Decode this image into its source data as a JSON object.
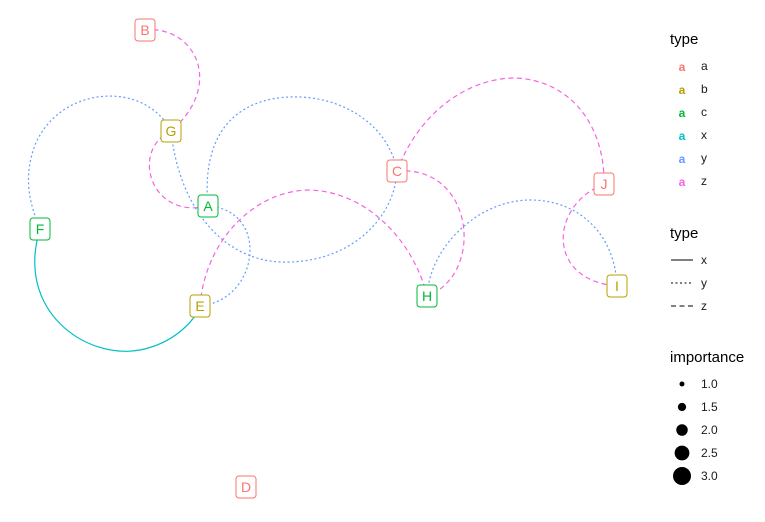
{
  "colors": {
    "a": "#F8766D",
    "b": "#B79F00",
    "c": "#00BA38",
    "x": "#00BFC4",
    "y": "#619CFF",
    "z": "#F564E3"
  },
  "nodes": [
    {
      "id": "A",
      "type": "c"
    },
    {
      "id": "B",
      "type": "a"
    },
    {
      "id": "C",
      "type": "a"
    },
    {
      "id": "D",
      "type": "a"
    },
    {
      "id": "E",
      "type": "b"
    },
    {
      "id": "F",
      "type": "c"
    },
    {
      "id": "G",
      "type": "b"
    },
    {
      "id": "H",
      "type": "c"
    },
    {
      "id": "I",
      "type": "b"
    },
    {
      "id": "J",
      "type": "a"
    }
  ],
  "edges": [
    {
      "from": "B",
      "to": "G",
      "type": "z"
    },
    {
      "from": "G",
      "to": "A",
      "type": "z"
    },
    {
      "from": "G",
      "to": "F",
      "type": "y"
    },
    {
      "from": "G",
      "to": "C",
      "type": "y"
    },
    {
      "from": "F",
      "to": "E",
      "type": "x"
    },
    {
      "from": "A",
      "to": "C",
      "type": "y"
    },
    {
      "from": "A",
      "to": "E",
      "type": "y"
    },
    {
      "from": "E",
      "to": "H",
      "type": "z"
    },
    {
      "from": "C",
      "to": "J",
      "type": "z"
    },
    {
      "from": "C",
      "to": "H",
      "type": "z"
    },
    {
      "from": "H",
      "to": "I",
      "type": "y"
    },
    {
      "from": "J",
      "to": "I",
      "type": "z"
    }
  ],
  "legend": {
    "color": {
      "title": "type",
      "key_glyph": "a",
      "items": [
        "a",
        "b",
        "c",
        "x",
        "y",
        "z"
      ]
    },
    "linetype": {
      "title": "type",
      "items": [
        {
          "label": "x",
          "dash": "solid"
        },
        {
          "label": "y",
          "dash": "dotted"
        },
        {
          "label": "z",
          "dash": "dashed"
        }
      ]
    },
    "size": {
      "title": "importance",
      "items": [
        "1.0",
        "1.5",
        "2.0",
        "2.5",
        "3.0"
      ]
    }
  }
}
